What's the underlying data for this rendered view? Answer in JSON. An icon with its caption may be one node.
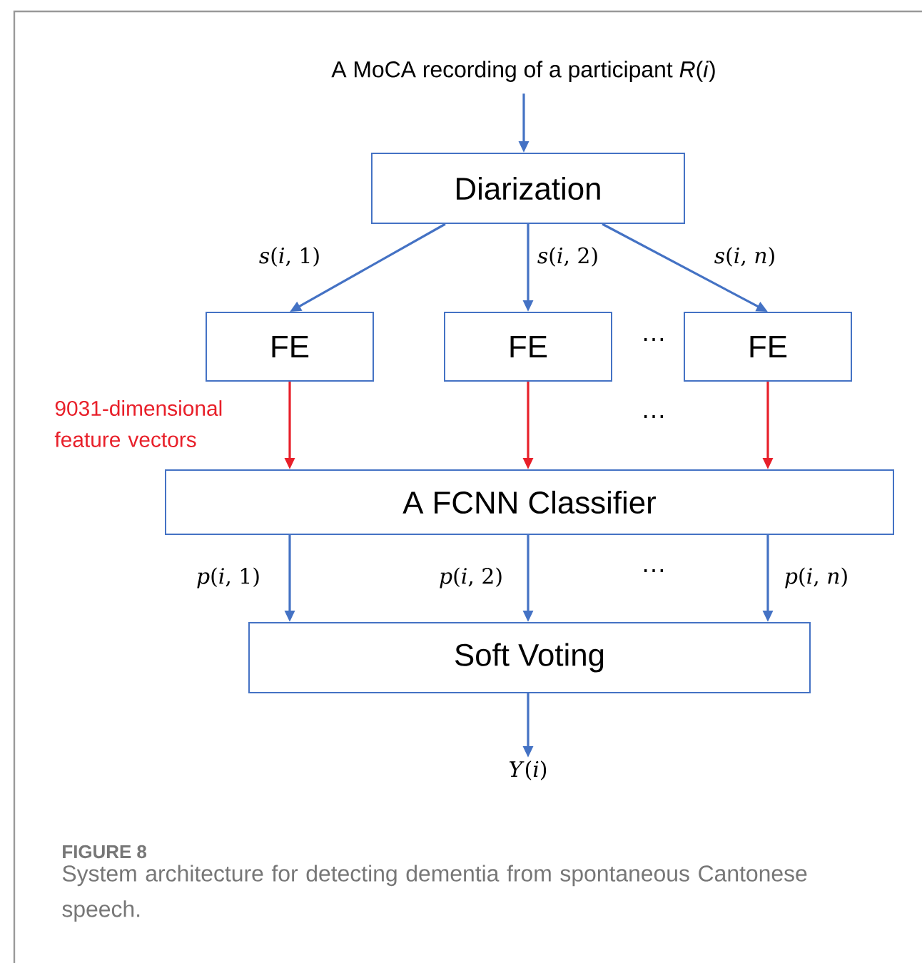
{
  "diagram": {
    "caption": "System architecture for detecting dementia from spontaneous Cantonese speech.",
    "nodes": [
      {
        "text": [
          "A MoCA recording of a participant *R*(*i*)"
        ]
      },
      {
        "text": [
          "Diarization"
        ]
      },
      {
        "text": [
          "FE"
        ]
      },
      {
        "text": [
          "FE"
        ]
      },
      {
        "text": [
          "FE"
        ]
      },
      {
        "text": [
          "A FCNN Classifier"
        ]
      },
      {
        "text": [
          "Soft Voting"
        ]
      },
      {
        "text": [
          "*Y*(*i*)"
        ]
      }
    ],
    "edges": [
      {
        "from": 0,
        "to": 1,
        "arrow": "to"
      },
      {
        "from": 1,
        "to": 2,
        "arrow": "to",
        "label": "*s*(*i*, 1)"
      },
      {
        "from": 1,
        "to": 3,
        "arrow": "to",
        "label": "*s*(*i*, 2)"
      },
      {
        "from": 1,
        "to": 4,
        "arrow": "to",
        "label": "*s*(*i*, *n*)"
      },
      {
        "from": 2,
        "to": 5,
        "arrow": "to",
        "color": "#e8202a",
        "label": "9031-dimensional feature vectors"
      },
      {
        "from": 3,
        "to": 5,
        "arrow": "to",
        "color": "#e8202a"
      },
      {
        "from": 4,
        "to": 5,
        "arrow": "to",
        "color": "#e8202a"
      },
      {
        "from": 5,
        "to": 6,
        "arrow": "to",
        "label": "*p*(*i*, 1)"
      },
      {
        "from": 5,
        "to": 6,
        "arrow": "to",
        "label": "*p*(*i*, 2)"
      },
      {
        "from": 5,
        "to": 6,
        "arrow": "to",
        "label": "*p*(*i*, *n*)"
      },
      {
        "from": 6,
        "to": 7,
        "arrow": "to"
      }
    ],
    "labels": [
      "…",
      "…",
      "…",
      "FIGURE 8"
    ]
  }
}
